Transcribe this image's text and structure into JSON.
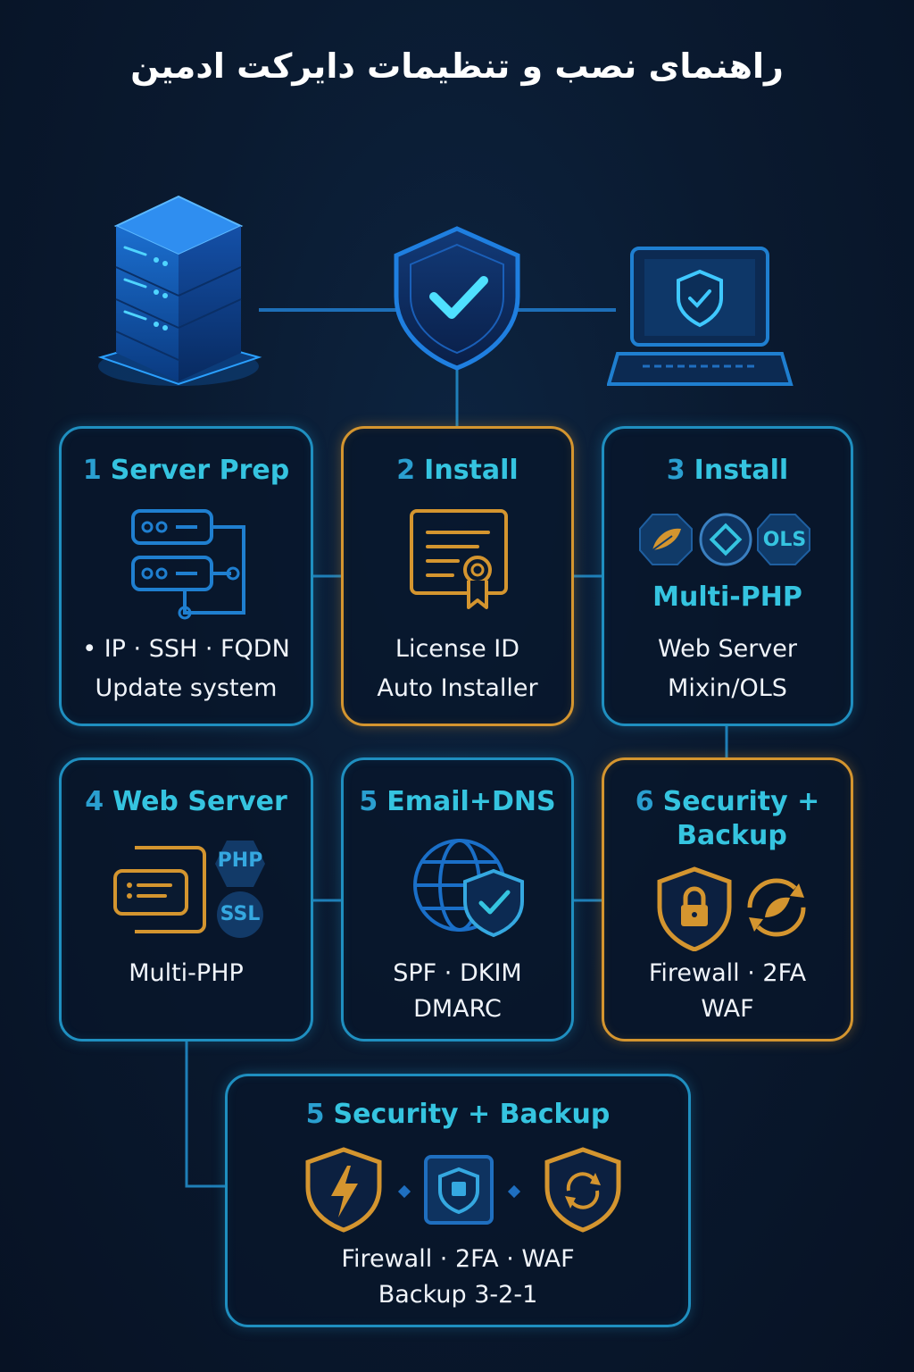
{
  "title": "راهنمای نصب و تنظیمات دایرکت ادمین",
  "top_icons": [
    "server-rack-icon",
    "shield-check-icon",
    "laptop-shield-icon"
  ],
  "cards": [
    {
      "num": "1",
      "title": "Server Prep",
      "lines": [
        "• IP · SSH · FQDN",
        "Update system"
      ],
      "icon": "server-network-icon",
      "color": "#1f8fc0"
    },
    {
      "num": "2",
      "title": "Install",
      "lines": [
        "License ID",
        "Auto Installer"
      ],
      "icon": "certificate-icon",
      "color": "#d4952f"
    },
    {
      "num": "3",
      "title": "Install",
      "accent": "Multi-PHP",
      "badge": "OLS",
      "lines": [
        "Web Server",
        "Mixin/OLS"
      ],
      "icon": "web-server-badges-icon",
      "color": "#1f8fc0"
    },
    {
      "num": "4",
      "title": "Web Server",
      "badges": [
        "PHP",
        "SSL"
      ],
      "lines": [
        "Multi-PHP"
      ],
      "icon": "server-list-icon",
      "color": "#1f8fc0"
    },
    {
      "num": "5",
      "title": "Email+DNS",
      "lines": [
        "SPF · DKIM",
        "DMARC"
      ],
      "icon": "globe-shield-icon",
      "color": "#1f8fc0"
    },
    {
      "num": "6",
      "title": "Security +",
      "title2": "Backup",
      "lines": [
        "Firewall · 2FA",
        "WAF"
      ],
      "icon": "lock-shield-icon",
      "color": "#d4952f"
    },
    {
      "num": "5",
      "title": "Security + Backup",
      "lines": [
        "Firewall  ·  2FA  ·  WAF",
        "Backup 3-2-1"
      ],
      "icon": "security-shields-icon",
      "color": "#1f8fc0"
    }
  ]
}
